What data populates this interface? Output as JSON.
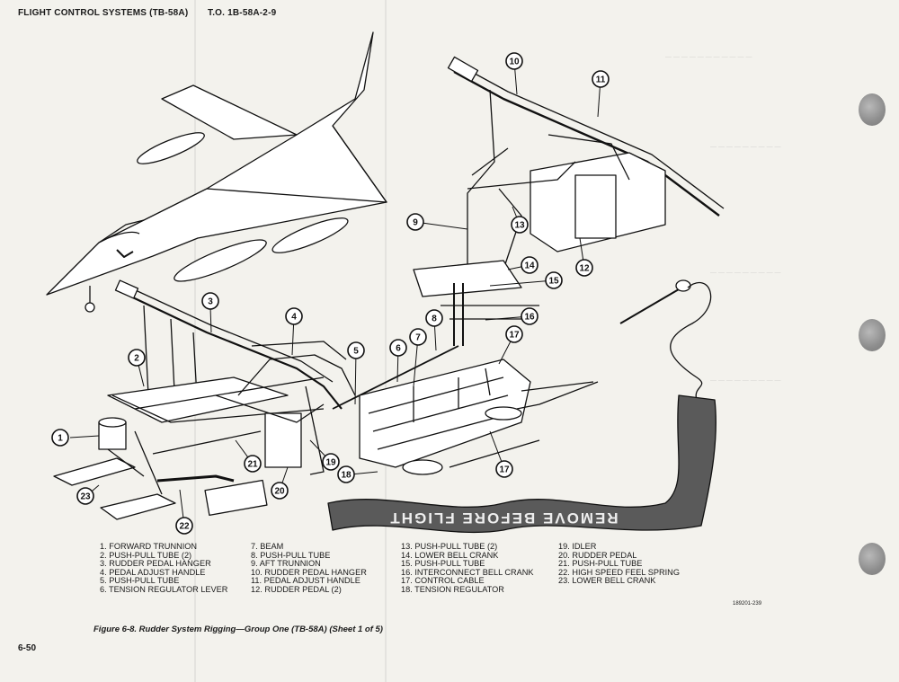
{
  "header": {
    "left": "FLIGHT CONTROL SYSTEMS (TB-58A)",
    "center": "T.O. 1B-58A-2-9"
  },
  "callouts": [
    "1",
    "2",
    "3",
    "4",
    "5",
    "6",
    "7",
    "8",
    "9",
    "10",
    "11",
    "12",
    "13",
    "14",
    "15",
    "16",
    "17",
    "17",
    "18",
    "19",
    "20",
    "21",
    "22",
    "23"
  ],
  "streamer_text": "REMOVE BEFORE FLIGHT",
  "legend": {
    "col1": [
      "1.  FORWARD TRUNNION",
      "2.  PUSH-PULL TUBE (2)",
      "3.  RUDDER PEDAL HANGER",
      "4.  PEDAL ADJUST HANDLE",
      "5.  PUSH-PULL TUBE",
      "6.  TENSION REGULATOR LEVER"
    ],
    "col2": [
      "7.  BEAM",
      "8.  PUSH-PULL TUBE",
      "9.  AFT TRUNNION",
      "10.  RUDDER PEDAL HANGER",
      "11.  PEDAL ADJUST HANDLE",
      "12.  RUDDER PEDAL (2)"
    ],
    "col3": [
      "13.  PUSH-PULL TUBE (2)",
      "14.  LOWER BELL CRANK",
      "15.  PUSH-PULL TUBE",
      "16.  INTERCONNECT BELL CRANK",
      "17.  CONTROL CABLE",
      "18.  TENSION REGULATOR"
    ],
    "col4": [
      "19.  IDLER",
      "20.  RUDDER PEDAL",
      "21.  PUSH-PULL TUBE",
      "22.  HIGH SPEED FEEL SPRING",
      "23.  LOWER BELL CRANK"
    ]
  },
  "ref_code": "189201-239",
  "caption": "Figure 6-8.  Rudder System Rigging—Group One  (TB-58A)  (Sheet 1 of 5)",
  "page_number": "6-50"
}
